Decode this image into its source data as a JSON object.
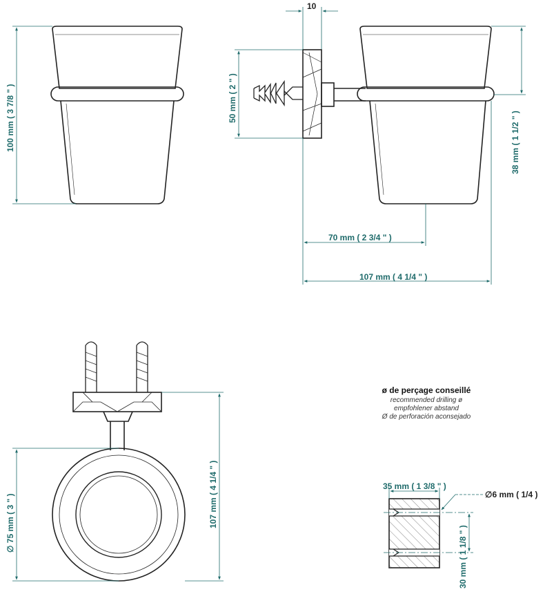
{
  "colors": {
    "dimension": "#1f6b6b",
    "outline": "#222222",
    "hatch": "#555555"
  },
  "dimensions": {
    "cup_height": "100 mm ( 3 7/8 \" )",
    "plate_thickness": "10",
    "anchor_spacing": "50 mm ( 2 \" )",
    "cup_center_offset": "70 mm ( 2 3/4 \" )",
    "total_projection": "107 mm ( 4 1/4 \" )",
    "ring_height": "38 mm ( 1 1/2 \" )",
    "ring_diameter": "∅ 75 mm ( 3 \" )",
    "total_depth": "107 mm ( 4 1/4 \" )",
    "hole_depth": "35 mm ( 1 3/8 \" )",
    "hole_diameter": "∅6 mm ( 1/4 )",
    "hole_spacing": "30 mm ( 1 1/8 \" )"
  },
  "drilling_note": {
    "fr": "ø de perçage conseillé",
    "en": "recommended drilling ø",
    "de": "empfohlener abstand",
    "es": "Ø de perforación aconsejado"
  }
}
